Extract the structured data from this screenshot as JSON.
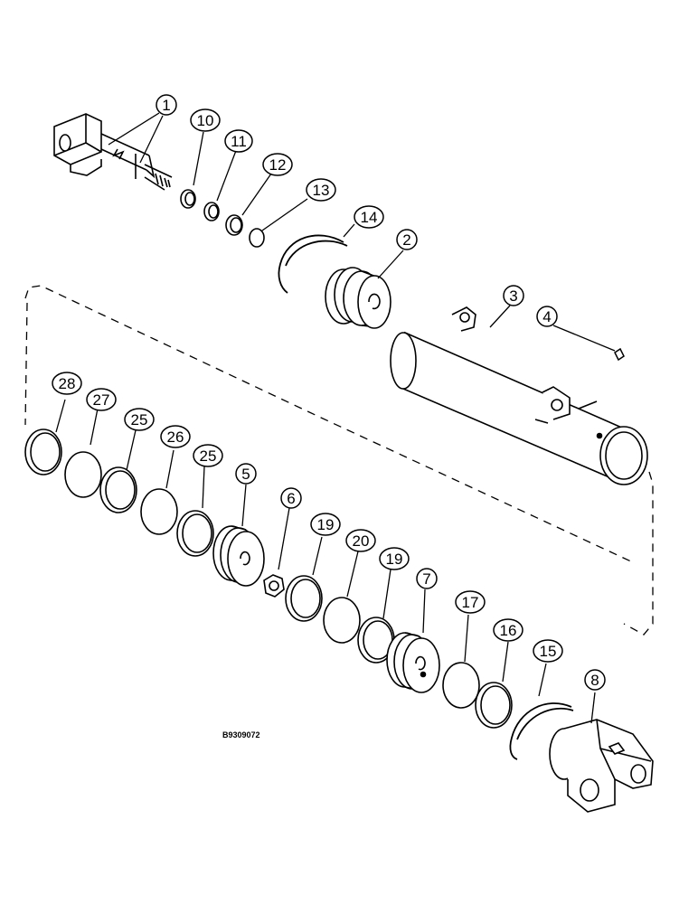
{
  "diagram": {
    "drawing_code": "B9309072",
    "callouts": [
      "1",
      "10",
      "11",
      "12",
      "13",
      "14",
      "2",
      "3",
      "4",
      "28",
      "27",
      "25",
      "26",
      "25",
      "5",
      "6",
      "19",
      "20",
      "19",
      "7",
      "17",
      "16",
      "15",
      "8"
    ]
  }
}
